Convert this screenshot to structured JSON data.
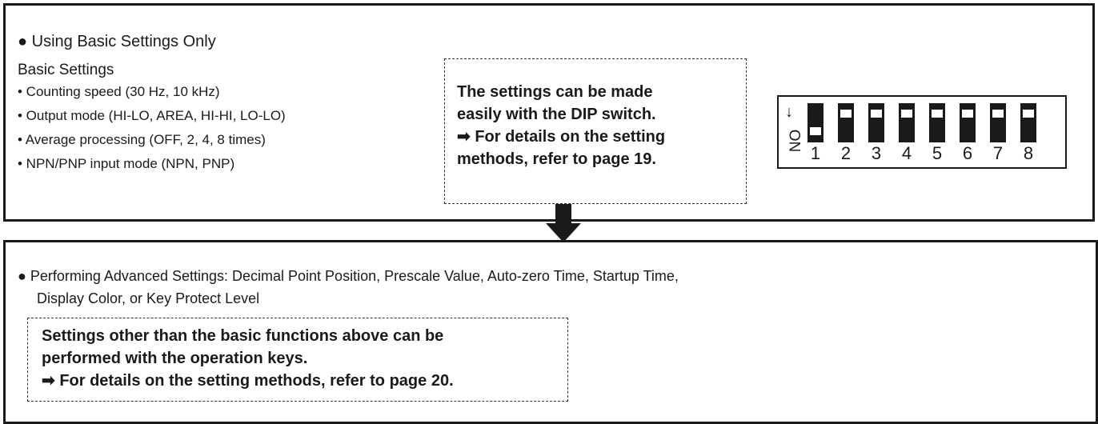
{
  "top": {
    "heading": "● Using Basic Settings Only",
    "subheading": "Basic Settings",
    "bullets": [
      "• Counting speed (30 Hz, 10 kHz)",
      "• Output mode (HI-LO, AREA, HI-HI, LO-LO)",
      "• Average processing (OFF, 2, 4, 8 times)",
      "• NPN/PNP input mode (NPN, PNP)"
    ],
    "note_lines": [
      "The settings can be made",
      "easily with the DIP switch.",
      "➡ For details on the setting",
      "methods, refer to page 19."
    ],
    "dip": {
      "on_label": "ON",
      "arrow": "↓",
      "switches": [
        "1",
        "2",
        "3",
        "4",
        "5",
        "6",
        "7",
        "8"
      ],
      "switch_states": [
        "on",
        "off",
        "off",
        "off",
        "off",
        "off",
        "off",
        "off"
      ]
    }
  },
  "bottom": {
    "heading_line1": "● Performing Advanced Settings: Decimal Point Position, Prescale Value, Auto-zero Time, Startup Time,",
    "heading_line2": "Display Color, or Key Protect Level",
    "note_lines": [
      "Settings other than the basic functions above can be",
      "performed with the operation keys.",
      "➡ For details on the setting methods, refer to page 20."
    ]
  }
}
